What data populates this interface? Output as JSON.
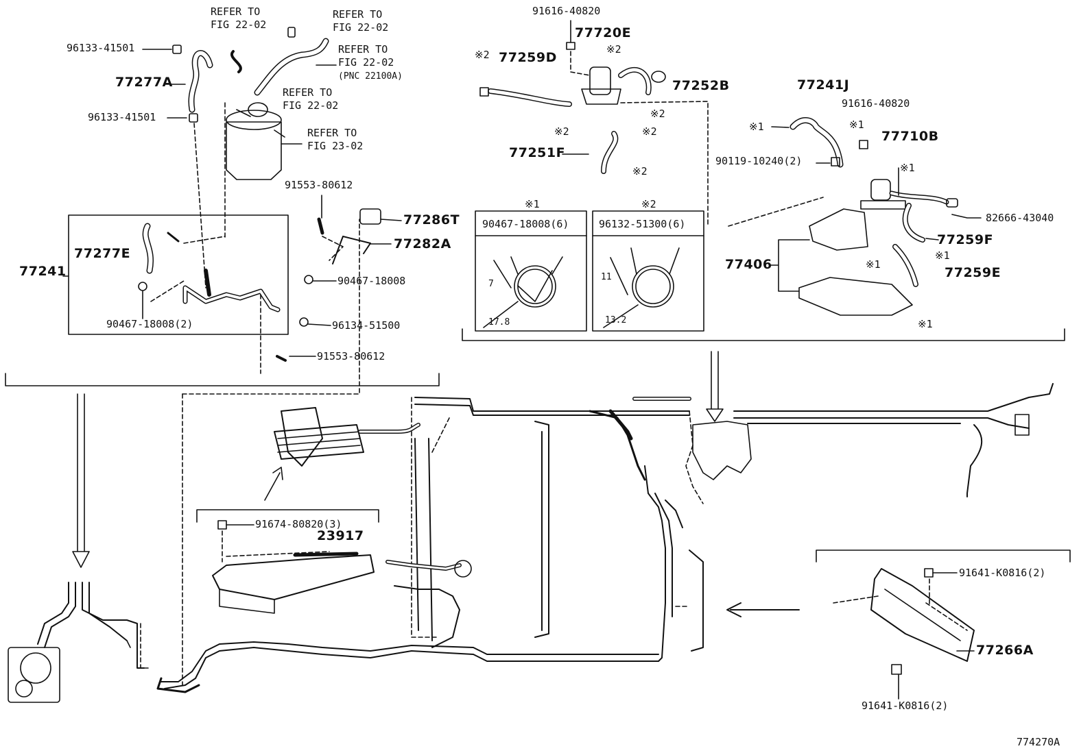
{
  "refer_to": "REFER TO",
  "fig": {
    "f22_02": "FIG 22-02",
    "f23_02": "FIG 23-02",
    "pnc_22100a": "(PNC 22100A)"
  },
  "marks": {
    "m1": "※1",
    "m2": "※2"
  },
  "parts": {
    "p96133_41501_a": "96133-41501",
    "p96133_41501_b": "96133-41501",
    "p77277a": "77277A",
    "p91553_80612_a": "91553-80612",
    "p77286t": "77286T",
    "p77282a": "77282A",
    "p77241": "77241",
    "p77277e": "77277E",
    "p90467_18008": "90467-18008",
    "p90467_18008_2": "90467-18008(2)",
    "p96134_51500": "96134-51500",
    "p91553_80612_b": "91553-80612",
    "p91616_40820_a": "91616-40820",
    "p77720e": "77720E",
    "p77259d": "77259D",
    "p77252b": "77252B",
    "p77251f": "77251F",
    "p77241j": "77241J",
    "p91616_40820_b": "91616-40820",
    "p77710b": "77710B",
    "p90119_10240": "90119-10240(2)",
    "p82666_43040": "82666-43040",
    "p77259f": "77259F",
    "p77406": "77406",
    "p77259e": "77259E",
    "p91674_80820": "91674-80820(3)",
    "p23917": "23917",
    "p91641_k0816_a": "91641-K0816(2)",
    "p77266a": "77266A",
    "p91641_k0816_b": "91641-K0816(2)"
  },
  "clamp_boxes": [
    {
      "mark": "※1",
      "part": "90467-18008(6)",
      "dim_a": "7",
      "dim_b": "17.8"
    },
    {
      "mark": "※2",
      "part": "96132-51300(6)",
      "dim_a": "11",
      "dim_b": "13.2"
    }
  ],
  "illustration_id": "774270A"
}
